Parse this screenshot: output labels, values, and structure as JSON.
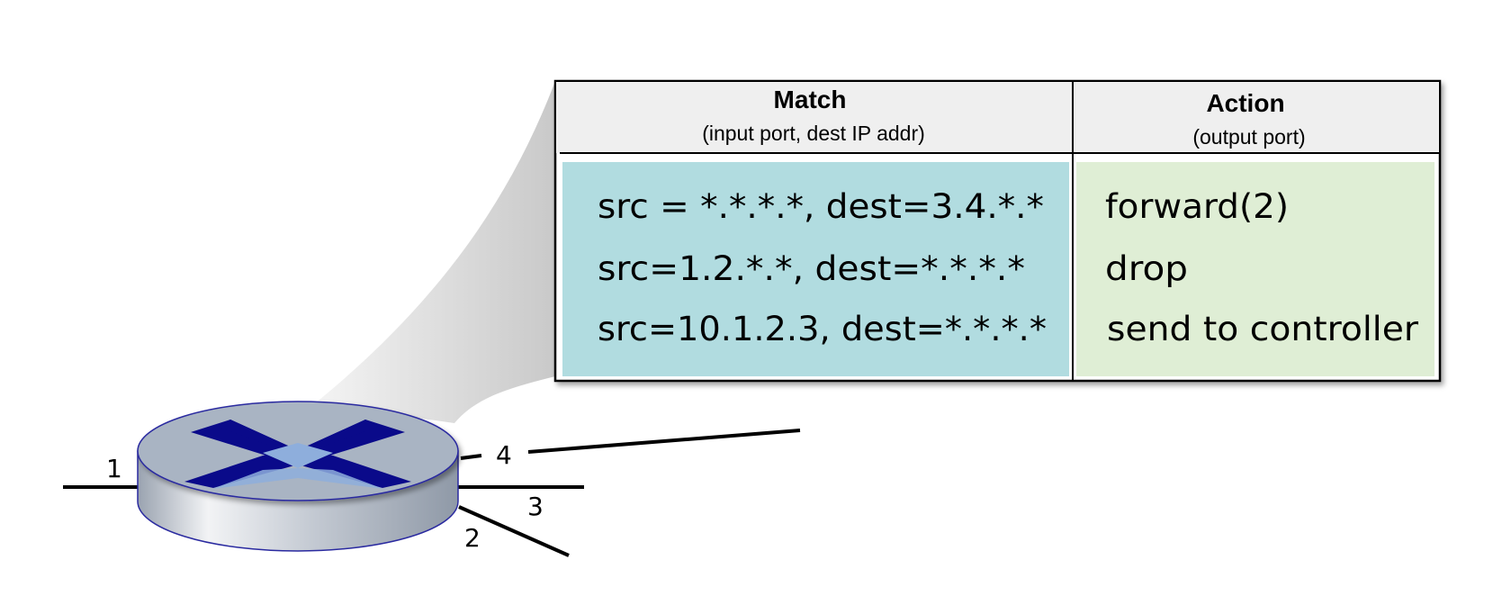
{
  "colors": {
    "match_bg": "#b1dce0",
    "action_bg": "#dfeed5",
    "header_bg": "#efefef",
    "router_top": "#a9b4c3",
    "router_x": "#0a0a8a",
    "router_x_highlight": "#8eaedc",
    "callout": "#d9d9d9"
  },
  "router": {
    "icon": "router-x-icon",
    "ports": [
      "1",
      "2",
      "3",
      "4"
    ]
  },
  "flow_table": {
    "match_header": {
      "title": "Match",
      "subtitle": "(input port, dest IP addr)"
    },
    "action_header": {
      "title": "Action",
      "subtitle": "(output port)"
    },
    "rules": [
      {
        "match": "src = *.*.*.*, dest=3.4.*.*",
        "action": "forward(2)"
      },
      {
        "match": "src=1.2.*.*, dest=*.*.*.*",
        "action": "drop"
      },
      {
        "match": "src=10.1.2.3, dest=*.*.*.*",
        "action": "send to controller"
      }
    ]
  }
}
